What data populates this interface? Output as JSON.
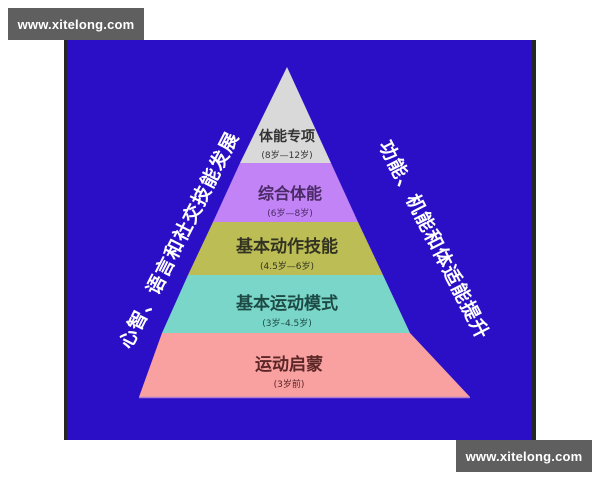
{
  "watermarks": {
    "top": "www.xitelong.com",
    "bottom": "www.xitelong.com"
  },
  "colors": {
    "background": "#2a0fc7",
    "layer_1": "#d9d9d9",
    "layer_2": "#c183f5",
    "layer_3": "#bcbd55",
    "layer_4": "#79d6c9",
    "layer_5": "#f9a1a0"
  },
  "pyramid": {
    "layers": [
      {
        "title": "体能专项",
        "age": "(8岁—12岁)",
        "color": "#d9d9d9",
        "text_color": "#333333"
      },
      {
        "title": "综合体能",
        "age": "(6岁—8岁)",
        "color": "#c183f5",
        "text_color": "#4a2a66"
      },
      {
        "title": "基本动作技能",
        "age": "(4.5岁—6岁)",
        "color": "#bcbd55",
        "text_color": "#333322"
      },
      {
        "title": "基本运动模式",
        "age": "(3岁–4.5岁)",
        "color": "#79d6c9",
        "text_color": "#1d4a44"
      },
      {
        "title": "运动启蒙",
        "age": "(3岁前)",
        "color": "#f9a1a0",
        "text_color": "#5a2626"
      }
    ]
  },
  "side_labels": {
    "left": "心智、语言和社交技能发展",
    "right": "功能、机能和体适能提升"
  }
}
